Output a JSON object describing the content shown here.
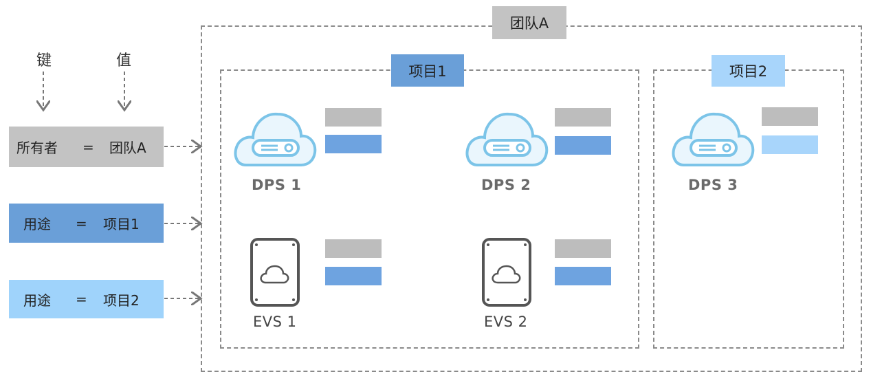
{
  "header": {
    "key_label": "键",
    "value_label": "值"
  },
  "tags": [
    {
      "key": "所有者",
      "eq": "=",
      "value": "团队A",
      "color": "#c3c3c3"
    },
    {
      "key": "用途",
      "eq": "=",
      "value": "项目1",
      "color": "#6a9fd8"
    },
    {
      "key": "用途",
      "eq": "=",
      "value": "项目2",
      "color": "#9fd3fb"
    }
  ],
  "team": {
    "label": "团队A",
    "color": "#c3c3c3"
  },
  "projects": [
    {
      "label": "项目1",
      "color": "#6a9fd8"
    },
    {
      "label": "项目2",
      "color": "#9fd3fb"
    }
  ],
  "resources": {
    "dps1": "DPS 1",
    "dps2": "DPS 2",
    "dps3": "DPS 3",
    "evs1": "EVS 1",
    "evs2": "EVS 2"
  }
}
